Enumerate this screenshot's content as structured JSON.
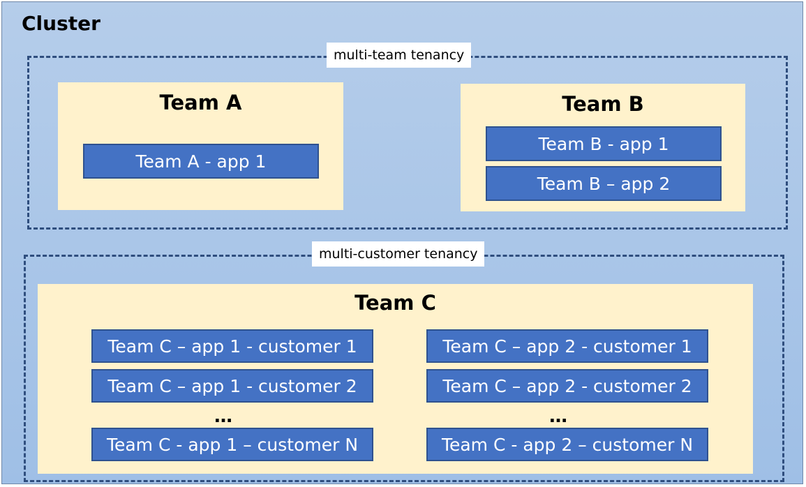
{
  "cluster": {
    "title": "Cluster"
  },
  "multi_team": {
    "label": "multi-team tenancy",
    "team_a": {
      "title": "Team A",
      "apps": [
        "Team A - app 1"
      ]
    },
    "team_b": {
      "title": "Team B",
      "apps": [
        "Team B - app 1",
        "Team B – app 2"
      ]
    }
  },
  "multi_customer": {
    "label": "multi-customer tenancy",
    "team_c": {
      "title": "Team C",
      "app1": [
        "Team C – app 1 - customer 1",
        "Team C – app 1 - customer 2",
        "Team C - app 1 – customer N"
      ],
      "app2": [
        "Team C – app 2 - customer 1",
        "Team C – app 2 - customer 2",
        "Team C - app 2 – customer N"
      ],
      "ellipsis": "…"
    }
  },
  "colors": {
    "cluster_bg": "#b5cdea",
    "team_bg": "#fff2cc",
    "app_bg": "#4472c4",
    "dashed_border": "#2f4e7e"
  }
}
